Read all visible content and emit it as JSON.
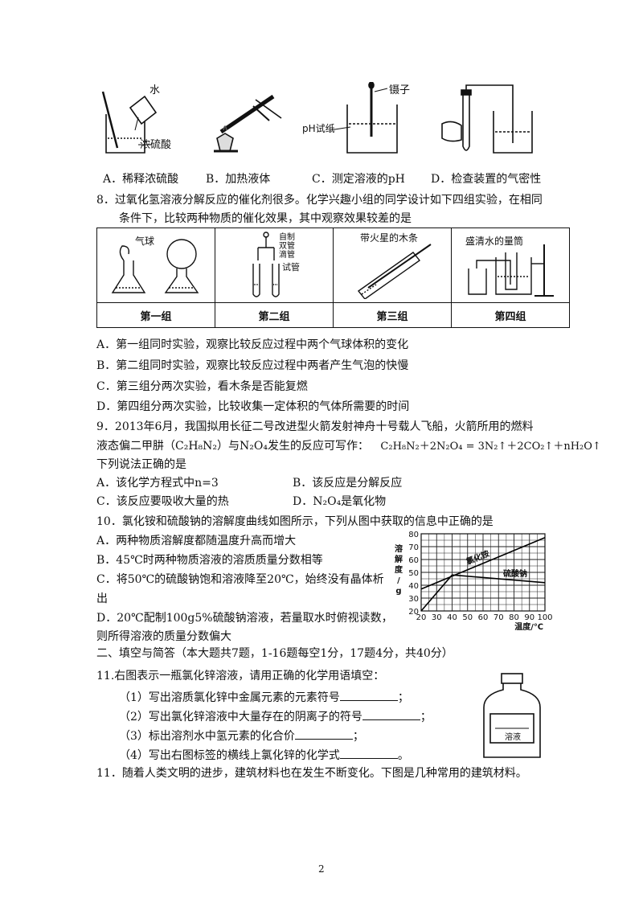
{
  "q7": {
    "fig_labels": {
      "water": "水",
      "acid": "浓硫酸",
      "tweezer": "镊子",
      "ph_paper": "pH试纸"
    },
    "options": [
      "A．稀释浓硫酸",
      "B．加热液体",
      "C．测定溶液的pH",
      "D．检查装置的气密性"
    ]
  },
  "q8": {
    "stem1": "8．过氧化氢溶液分解反应的催化剂很多。化学兴趣小组的同学设计如下四组实验，在相同",
    "stem2": "条件下，比较两种物质的催化效果，其中观察效果较差的是",
    "fig_labels": {
      "balloon": "气球",
      "dropper1": "自制",
      "dropper2": "双管",
      "dropper3": "滴管",
      "tube": "试管",
      "splint": "带火星的木条",
      "cylinder": "盛清水的量筒"
    },
    "groups": [
      "第一组",
      "第二组",
      "第三组",
      "第四组"
    ],
    "options": [
      "A．第一组同时实验，观察比较反应过程中两个气球体积的变化",
      "B．第二组同时实验，观察比较反应过程中两者产生气泡的快慢",
      "C．第三组分两次实验，看木条是否能复燃",
      "D．第四组分两次实验，比较收集一定体积的气体所需要的时间"
    ]
  },
  "q9": {
    "stem1": "9．2013年6月，我国拟用长征二号改进型火箭发射神舟十号载人飞船，火箭所用的燃料",
    "stem2_a": "液态偏二甲肼（C₂H₈N₂）与N₂O₄发生的反应可写作：",
    "stem2_b": "C₂H₈N₂＋2N₂O₄ = 3N₂↑＋2CO₂↑＋nH₂O↑",
    "stem3": "下列说法正确的是",
    "options": [
      "A．该化学方程式中n=3",
      "B．该反应是分解反应",
      "C．该反应要吸收大量的热",
      "D．N₂O₄是氧化物"
    ]
  },
  "q10": {
    "stem": "10．氯化铵和硫酸钠的溶解度曲线如图所示，下列从图中获取的信息中正确的是",
    "lines": [
      "A．两种物质溶解度都随温度升高而增大",
      "B．45℃时两种物质溶液的溶质质量分数相等",
      "C．将50℃的硫酸钠饱和溶液降至20℃，始终没有晶体析",
      "出",
      "D．20℃配制100g5%硫酸钠溶液，若量取水时俯视读数，",
      "则所得溶液的质量分数偏大"
    ]
  },
  "chart_data": {
    "type": "line",
    "x_tick_labels": [
      "20",
      "30",
      "40",
      "50",
      "60",
      "70",
      "80",
      "90",
      "100"
    ],
    "y_tick_labels": [
      "20",
      "30",
      "40",
      "50",
      "60",
      "70",
      "80"
    ],
    "xlim": [
      20,
      100
    ],
    "ylim": [
      20,
      80
    ],
    "xlabel": "温度/℃",
    "ylabel": [
      "溶",
      "解",
      "度",
      "/",
      "g"
    ],
    "grid": true,
    "series": [
      {
        "name": "氯化铵",
        "x": [
          20,
          100
        ],
        "y": [
          37,
          77
        ]
      },
      {
        "name": "硫酸钠",
        "x": [
          20,
          40,
          100
        ],
        "y": [
          20,
          48,
          42
        ]
      }
    ]
  },
  "section2": {
    "title": "二、填空与简答（本大题共7题，1-16题每空1分，17题4分，共40分）"
  },
  "q11": {
    "stem": "11.右图表示一瓶氯化锌溶液，请用正确的化学用语填空：",
    "items": [
      "（1）写出溶质氯化锌中金属元素的元素符号",
      "（2）写出氯化锌溶液中大量存在的阴离子的符号",
      "（3）标出溶剂水中氢元素的化合价",
      "（4）写出右图标签的横线上氯化锌的化学式"
    ],
    "end_marks": [
      "；",
      "；",
      "；",
      "。"
    ],
    "bottle_label": "溶液"
  },
  "q11b": {
    "stem": "11．随着人类文明的进步，建筑材料也在发生不断变化。下图是几种常用的建筑材料。"
  },
  "page_number": "2"
}
